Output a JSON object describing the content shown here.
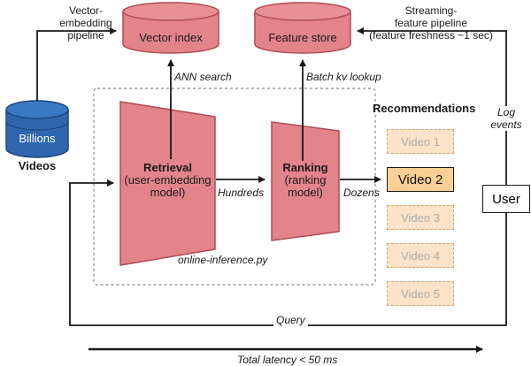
{
  "nodes": {
    "vector_index": "Vector index",
    "feature_store": "Feature store",
    "billions": "Billions",
    "videos": "Videos",
    "retrieval_title": "Retrieval",
    "retrieval_sub1": "(user-embedding",
    "retrieval_sub2": "model)",
    "ranking_title": "Ranking",
    "ranking_sub1": "(ranking",
    "ranking_sub2": "model)",
    "user": "User"
  },
  "labels": {
    "vector_pipeline_1": "Vector-",
    "vector_pipeline_2": "embedding",
    "vector_pipeline_3": "pipeline",
    "streaming_1": "Streaming-",
    "streaming_2": "feature pipeline",
    "streaming_3": "(feature freshness ~1 sec)",
    "ann_search": "ANN search",
    "batch_kv": "Batch kv lookup",
    "hundreds": "Hundreds",
    "dozens": "Dozens",
    "online_inference": "online-inference.py",
    "log_events_1": "Log",
    "log_events_2": "events",
    "query": "Query",
    "total_latency": "Total latency < 50 ms"
  },
  "recommendations": {
    "title": "Recommendations",
    "items": [
      "Video 1",
      "Video 2",
      "Video 3",
      "Video 4",
      "Video 5"
    ],
    "selected_index": 1
  },
  "colors": {
    "store_fill": "#e3848b",
    "store_stroke": "#b04a52",
    "model_fill": "#e3848b",
    "billions_fill": "#2f66b0",
    "video_fill": "#fce3c9",
    "video_selected_fill": "#fbcf95"
  }
}
